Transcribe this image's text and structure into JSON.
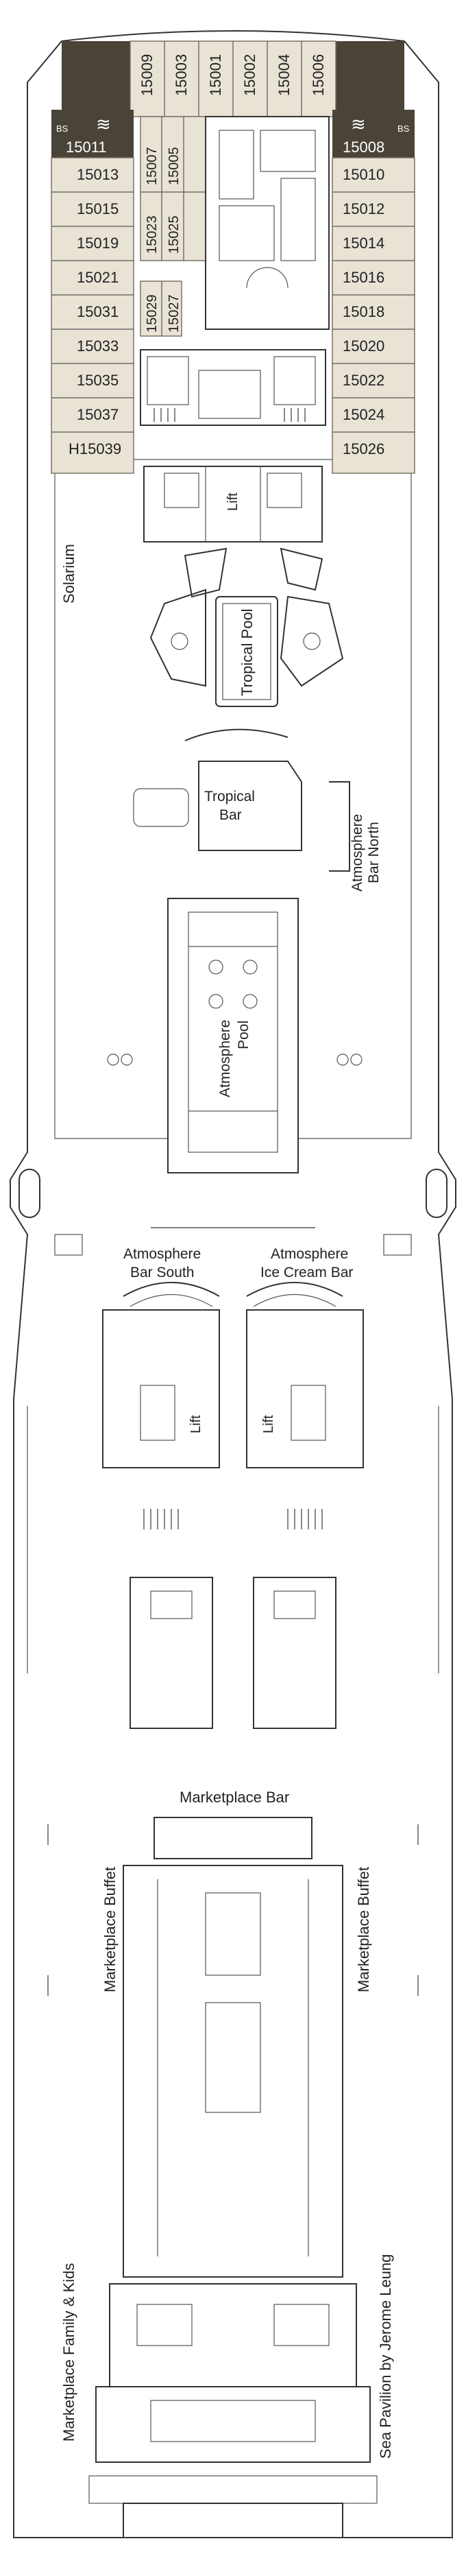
{
  "deck": {
    "top_cabins": [
      "15009",
      "15003",
      "15001",
      "15002",
      "15004",
      "15006"
    ],
    "suite_left": "15011",
    "suite_right": "15008",
    "bs_left": "BS",
    "bs_right": "BS",
    "left_cabins": [
      "15013",
      "15015",
      "15019",
      "15021",
      "15031",
      "15033",
      "15035",
      "15037",
      "H15039"
    ],
    "right_cabins": [
      "15010",
      "15012",
      "15014",
      "15016",
      "15018",
      "15020",
      "15022",
      "15024",
      "15026"
    ],
    "center_cabins_col1": [
      "15007",
      "15023"
    ],
    "center_cabins_col2": [
      "15005",
      "15025"
    ],
    "center_cabins_col3": [
      "15029",
      "15027"
    ],
    "colors": {
      "suite_band": "#4a4337",
      "cabin_fill": "#e9e3d6",
      "wall": "#333333"
    }
  },
  "venues": {
    "lift_top": "Lift",
    "solarium": "Solarium",
    "tropical_pool": "Tropical Pool",
    "tropical_bar_1": "Tropical",
    "tropical_bar_2": "Bar",
    "atmosphere_bar_north_1": "Atmosphere",
    "atmosphere_bar_north_2": "Bar North",
    "atmosphere_pool_1": "Atmosphere",
    "atmosphere_pool_2": "Pool",
    "bar_south_1": "Atmosphere",
    "bar_south_2": "Bar South",
    "ice_cream_1": "Atmosphere",
    "ice_cream_2": "Ice Cream Bar",
    "lift_mid_left": "Lift",
    "lift_mid_right": "Lift",
    "marketplace_bar": "Marketplace Bar",
    "marketplace_buffet_left": "Marketplace Buffet",
    "marketplace_buffet_right": "Marketplace Buffet",
    "family_kids": "Marketplace Family & Kids",
    "sea_pavilion": "Sea Pavilion by Jerome Leung"
  }
}
